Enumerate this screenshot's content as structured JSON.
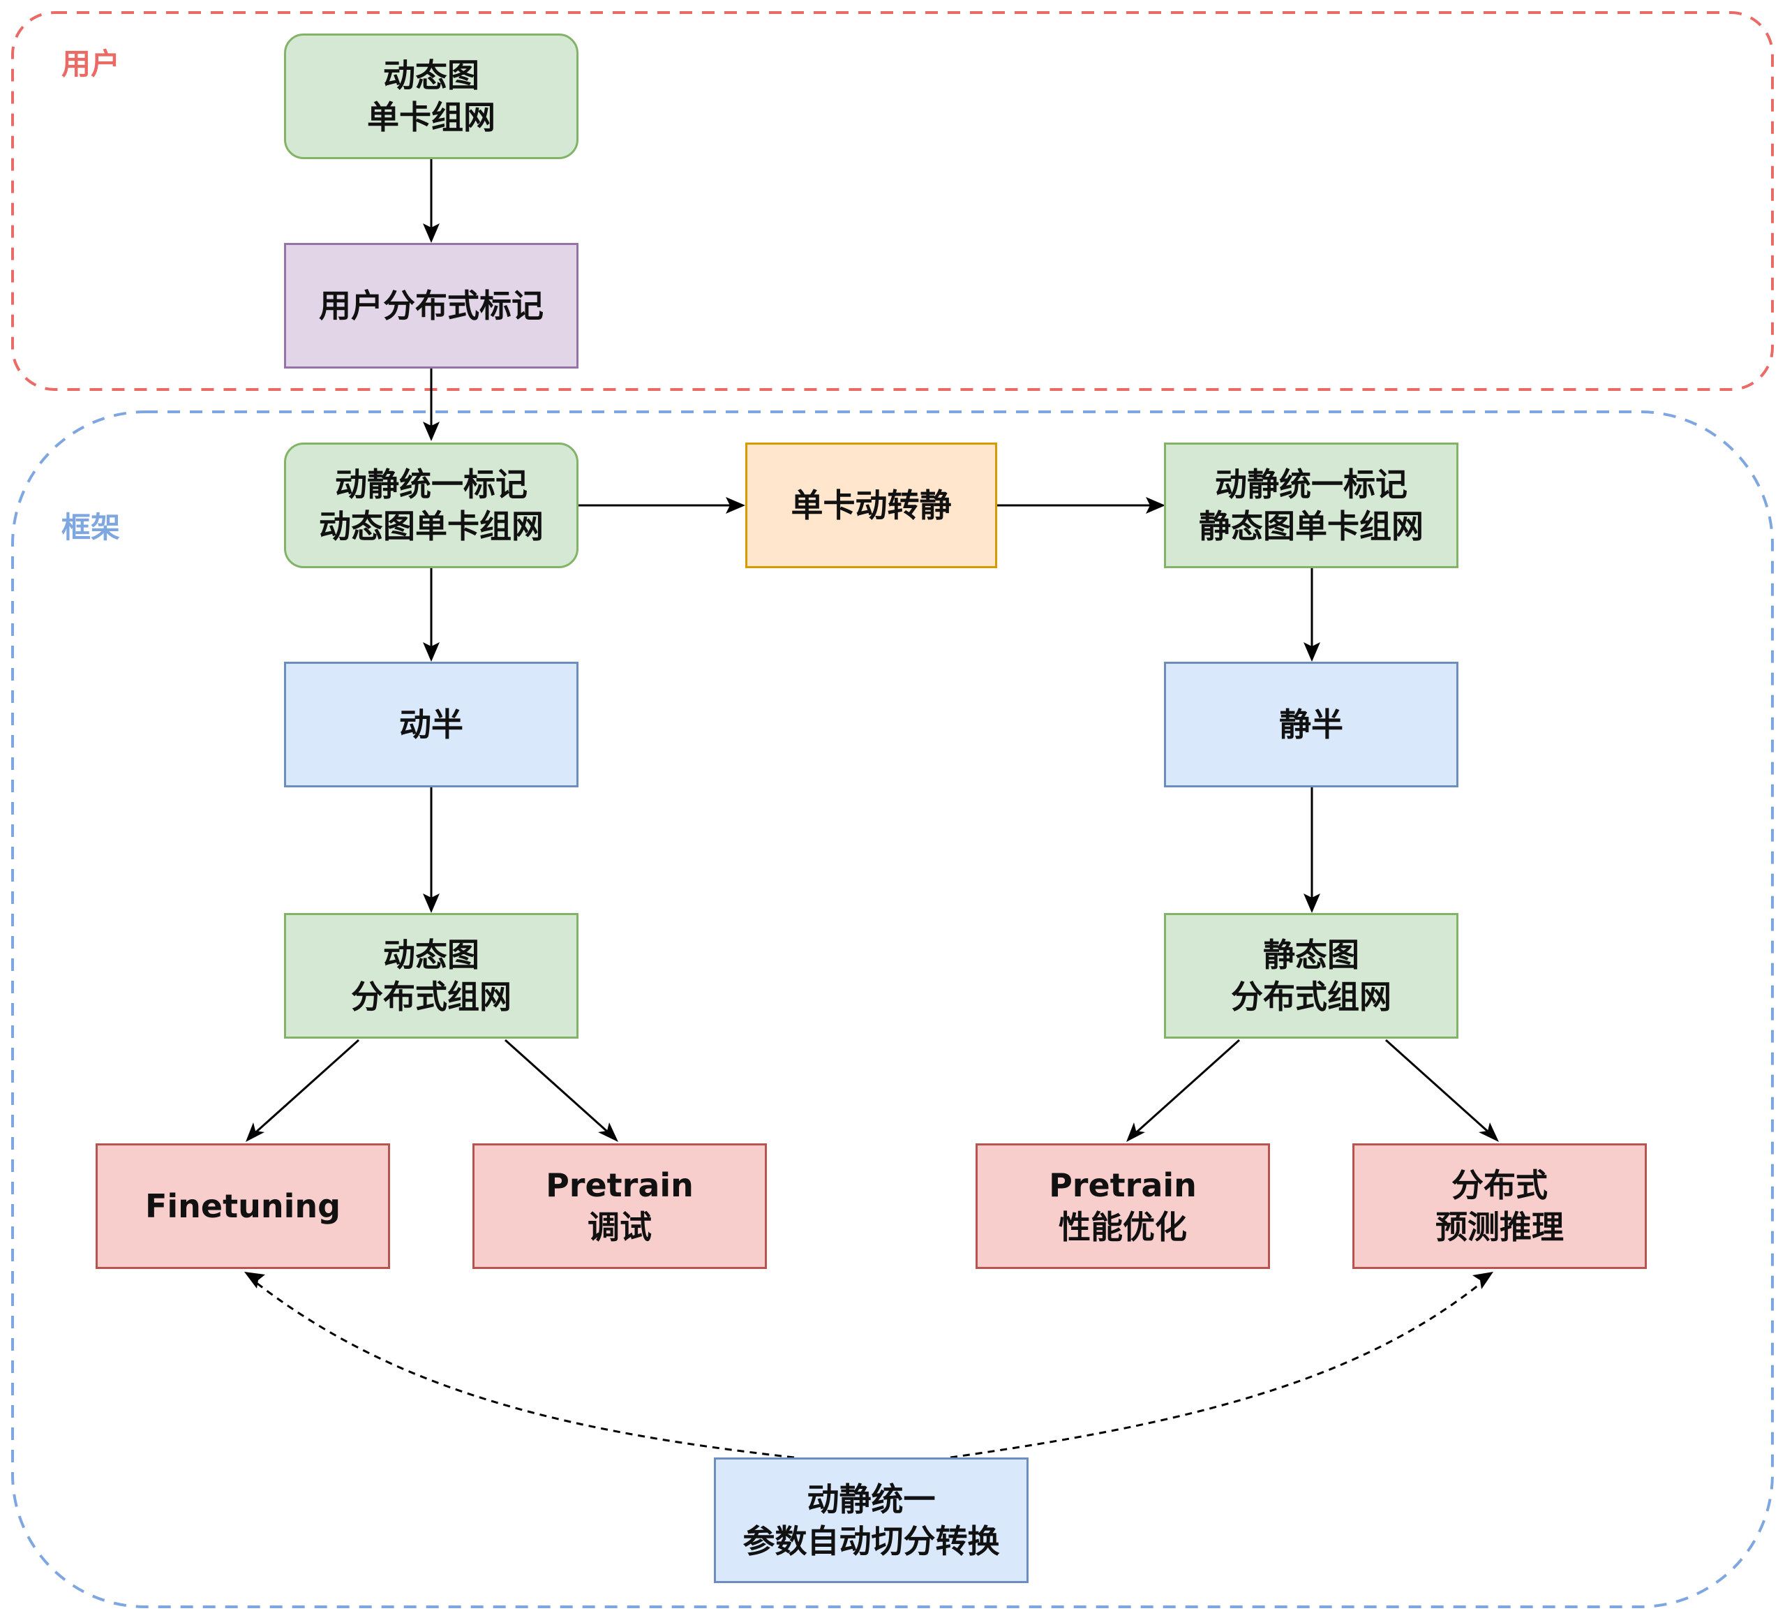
{
  "colors": {
    "user_group_border": "#ea6b66",
    "framework_group_border": "#7ea6e0",
    "arrow": "#000000",
    "green_fill": "#d5e8d4",
    "green_border": "#82b366",
    "purple_fill": "#e1d5e7",
    "purple_border": "#9673a6",
    "orange_fill": "#ffe6cc",
    "orange_border": "#d79b00",
    "blue_fill": "#dae8fc",
    "blue_border": "#6c8ebf",
    "red_fill": "#f8cecc",
    "red_border": "#b85450"
  },
  "groups": {
    "user": {
      "label": "用户"
    },
    "framework": {
      "label": "框架"
    }
  },
  "nodes": {
    "dygraph_single": {
      "line1": "动态图",
      "line2": "单卡组网"
    },
    "user_dist_mark": {
      "line1": "用户分布式标记"
    },
    "unified_mark_dygraph": {
      "line1": "动静统一标记",
      "line2": "动态图单卡组网"
    },
    "single_d2s": {
      "line1": "单卡动转静"
    },
    "unified_mark_static": {
      "line1": "动静统一标记",
      "line2": "静态图单卡组网"
    },
    "dynamic_semi": {
      "line1": "动半"
    },
    "static_semi": {
      "line1": "静半"
    },
    "dygraph_dist": {
      "line1": "动态图",
      "line2": "分布式组网"
    },
    "static_dist": {
      "line1": "静态图",
      "line2": "分布式组网"
    },
    "finetuning": {
      "line1": "Finetuning"
    },
    "pretrain_debug": {
      "line1": "Pretrain",
      "line2": "调试"
    },
    "pretrain_perf": {
      "line1": "Pretrain",
      "line2": "性能优化"
    },
    "dist_inference": {
      "line1": "分布式",
      "line2": "预测推理"
    },
    "param_convert": {
      "line1": "动静统一",
      "line2": "参数自动切分转换"
    }
  }
}
